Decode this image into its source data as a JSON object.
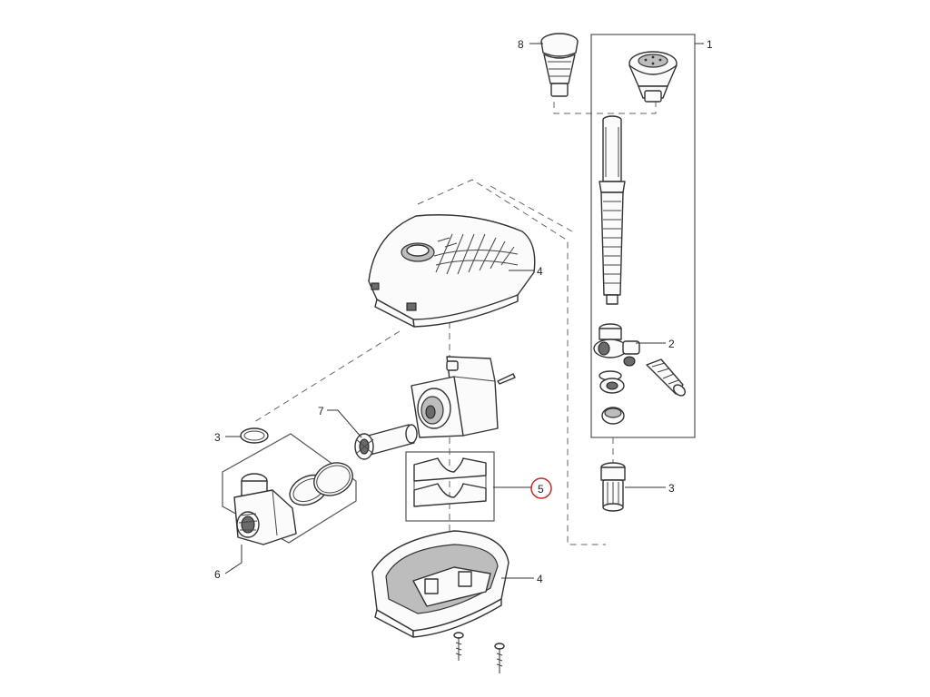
{
  "callouts": {
    "part_1": "1",
    "part_2": "2",
    "part_3_left": "3",
    "part_3_right": "3",
    "part_4_top": "4",
    "part_4_bottom": "4",
    "part_5": "5",
    "part_6": "6",
    "part_7": "7",
    "part_8": "8"
  },
  "highlight": {
    "part": "5",
    "color": "#c62828"
  }
}
